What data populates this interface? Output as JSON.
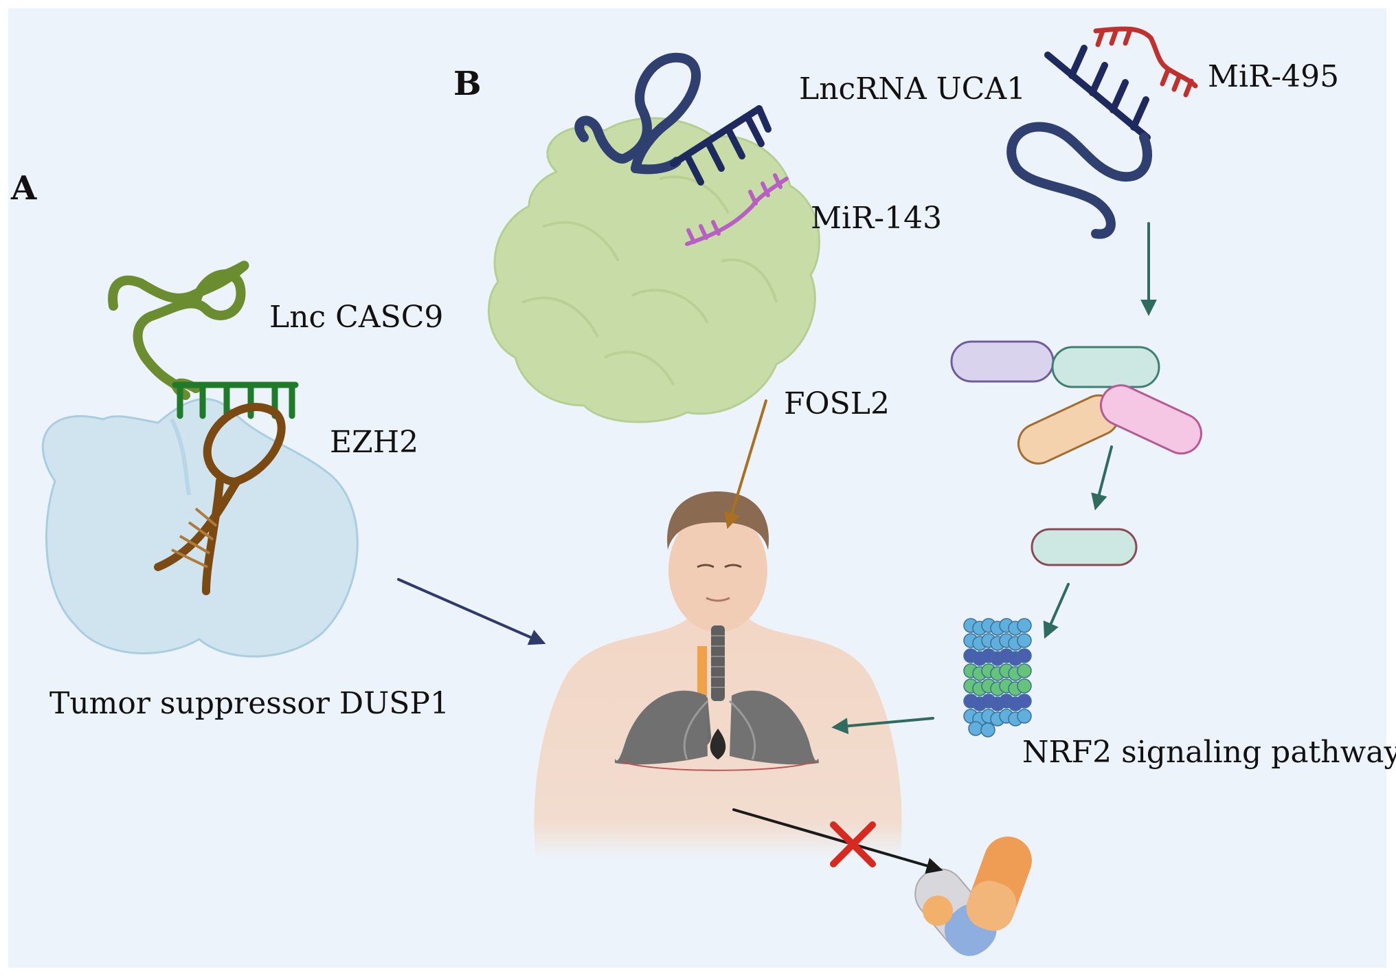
{
  "panels": {
    "a": {
      "letter": "A"
    },
    "b": {
      "letter": "B"
    }
  },
  "labels": {
    "lnc_casc9": "Lnc CASC9",
    "ezh2": "EZH2",
    "dusp1": "Tumor suppressor DUSP1",
    "lncrna_uca1": "LncRNA UCA1",
    "mir_495": "MiR-495",
    "mir_143": "MiR-143",
    "fosl2": "FOSL2",
    "nrf2": "NRF2 signaling pathway"
  },
  "colors": {
    "background": "#edf3fa",
    "lnc_casc9": "#6b8c2f",
    "ezh2_binding": "#1f7a2a",
    "dna": "#7a4a12",
    "protein_blob": "#cfe4ef",
    "lncrna_uca1": "#2f3f6f",
    "mir_495": "#c0302c",
    "mir_143": "#b85fc4",
    "tumor_mass": "#c8dca8",
    "arrow_dusp1": "#2f3a6b",
    "arrow_fosl2": "#a8701f",
    "arrow_pathway": "#2f6b5f",
    "arrow_drug": "#1a1a1a",
    "block_mark": "#d62a20"
  },
  "icons": {
    "lung_patient": "human-torso-lungs-icon",
    "drug": "capsules-icon",
    "proteasome": "proteasome-icon",
    "complex": "protein-complex-icon",
    "blocked": "x-mark-icon"
  }
}
